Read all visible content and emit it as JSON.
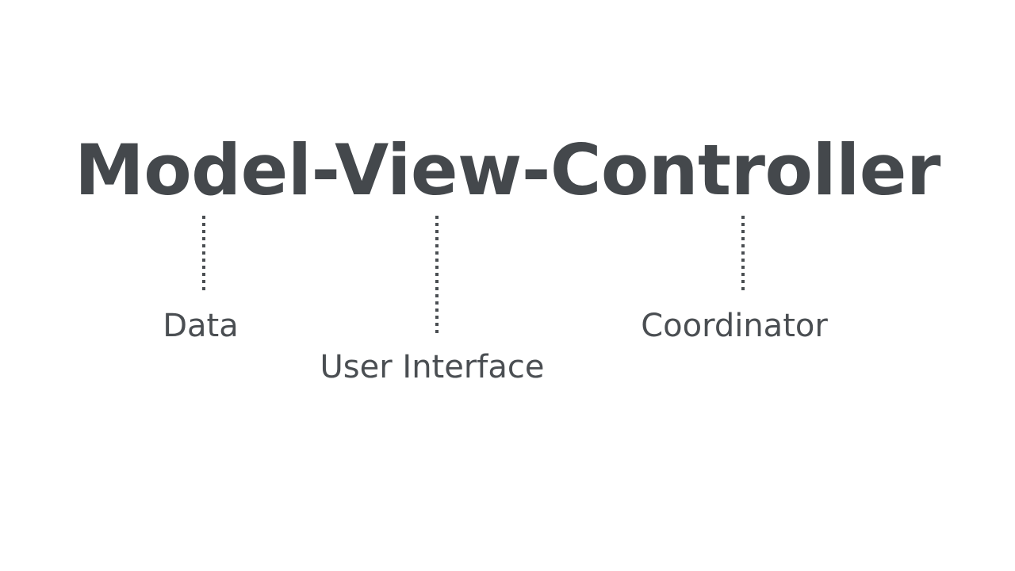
{
  "slide": {
    "background_color": "#ffffff",
    "title": "Model-View-Controller",
    "title_color": "#44484c",
    "label_color": "#4a4e52",
    "connector_color": "#4a4e52"
  },
  "parts": [
    {
      "key": "model",
      "term": "Model",
      "label": "Data"
    },
    {
      "key": "view",
      "term": "View",
      "label": "User Interface"
    },
    {
      "key": "controller",
      "term": "Controller",
      "label": "Coordinator"
    }
  ]
}
